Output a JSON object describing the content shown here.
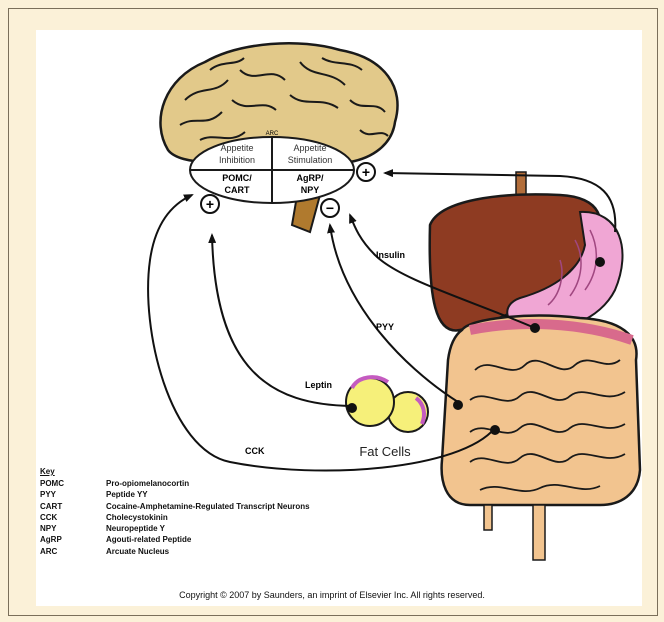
{
  "arc_label": "ARC",
  "panel_left": {
    "line1": "Appetite",
    "line2": "Inhibition",
    "line3": "POMC/",
    "line4": "CART"
  },
  "panel_right": {
    "line1": "Appetite",
    "line2": "Stimulation",
    "line3": "AgRP/",
    "line4": "NPY"
  },
  "signals": {
    "insulin": "Insulin",
    "pyy": "PYY",
    "leptin": "Leptin",
    "cck": "CCK"
  },
  "signs": {
    "plus": "+",
    "minus": "−"
  },
  "fat_cells_label": "Fat Cells",
  "key": {
    "title": "Key",
    "rows": [
      {
        "abbr": "POMC",
        "def": "Pro-opiomelanocortin"
      },
      {
        "abbr": "PYY",
        "def": "Peptide YY"
      },
      {
        "abbr": "CART",
        "def": "Cocaine-Amphetamine-Regulated Transcript Neurons"
      },
      {
        "abbr": "CCK",
        "def": "Cholecystokinin"
      },
      {
        "abbr": "NPY",
        "def": "Neuropeptide Y"
      },
      {
        "abbr": "AgRP",
        "def": "Agouti-related Peptide"
      },
      {
        "abbr": "ARC",
        "def": "Arcuate Nucleus"
      }
    ]
  },
  "copyright": "Copyright © 2007 by Saunders, an imprint of Elsevier Inc. All rights reserved.",
  "colors": {
    "background": "#fbf1d8",
    "brain": "#e2c98a",
    "liver": "#8e3b22",
    "stomach": "#f0a6d4",
    "intestine": "#f2c48f",
    "fat_cell": "#f6f07a"
  }
}
